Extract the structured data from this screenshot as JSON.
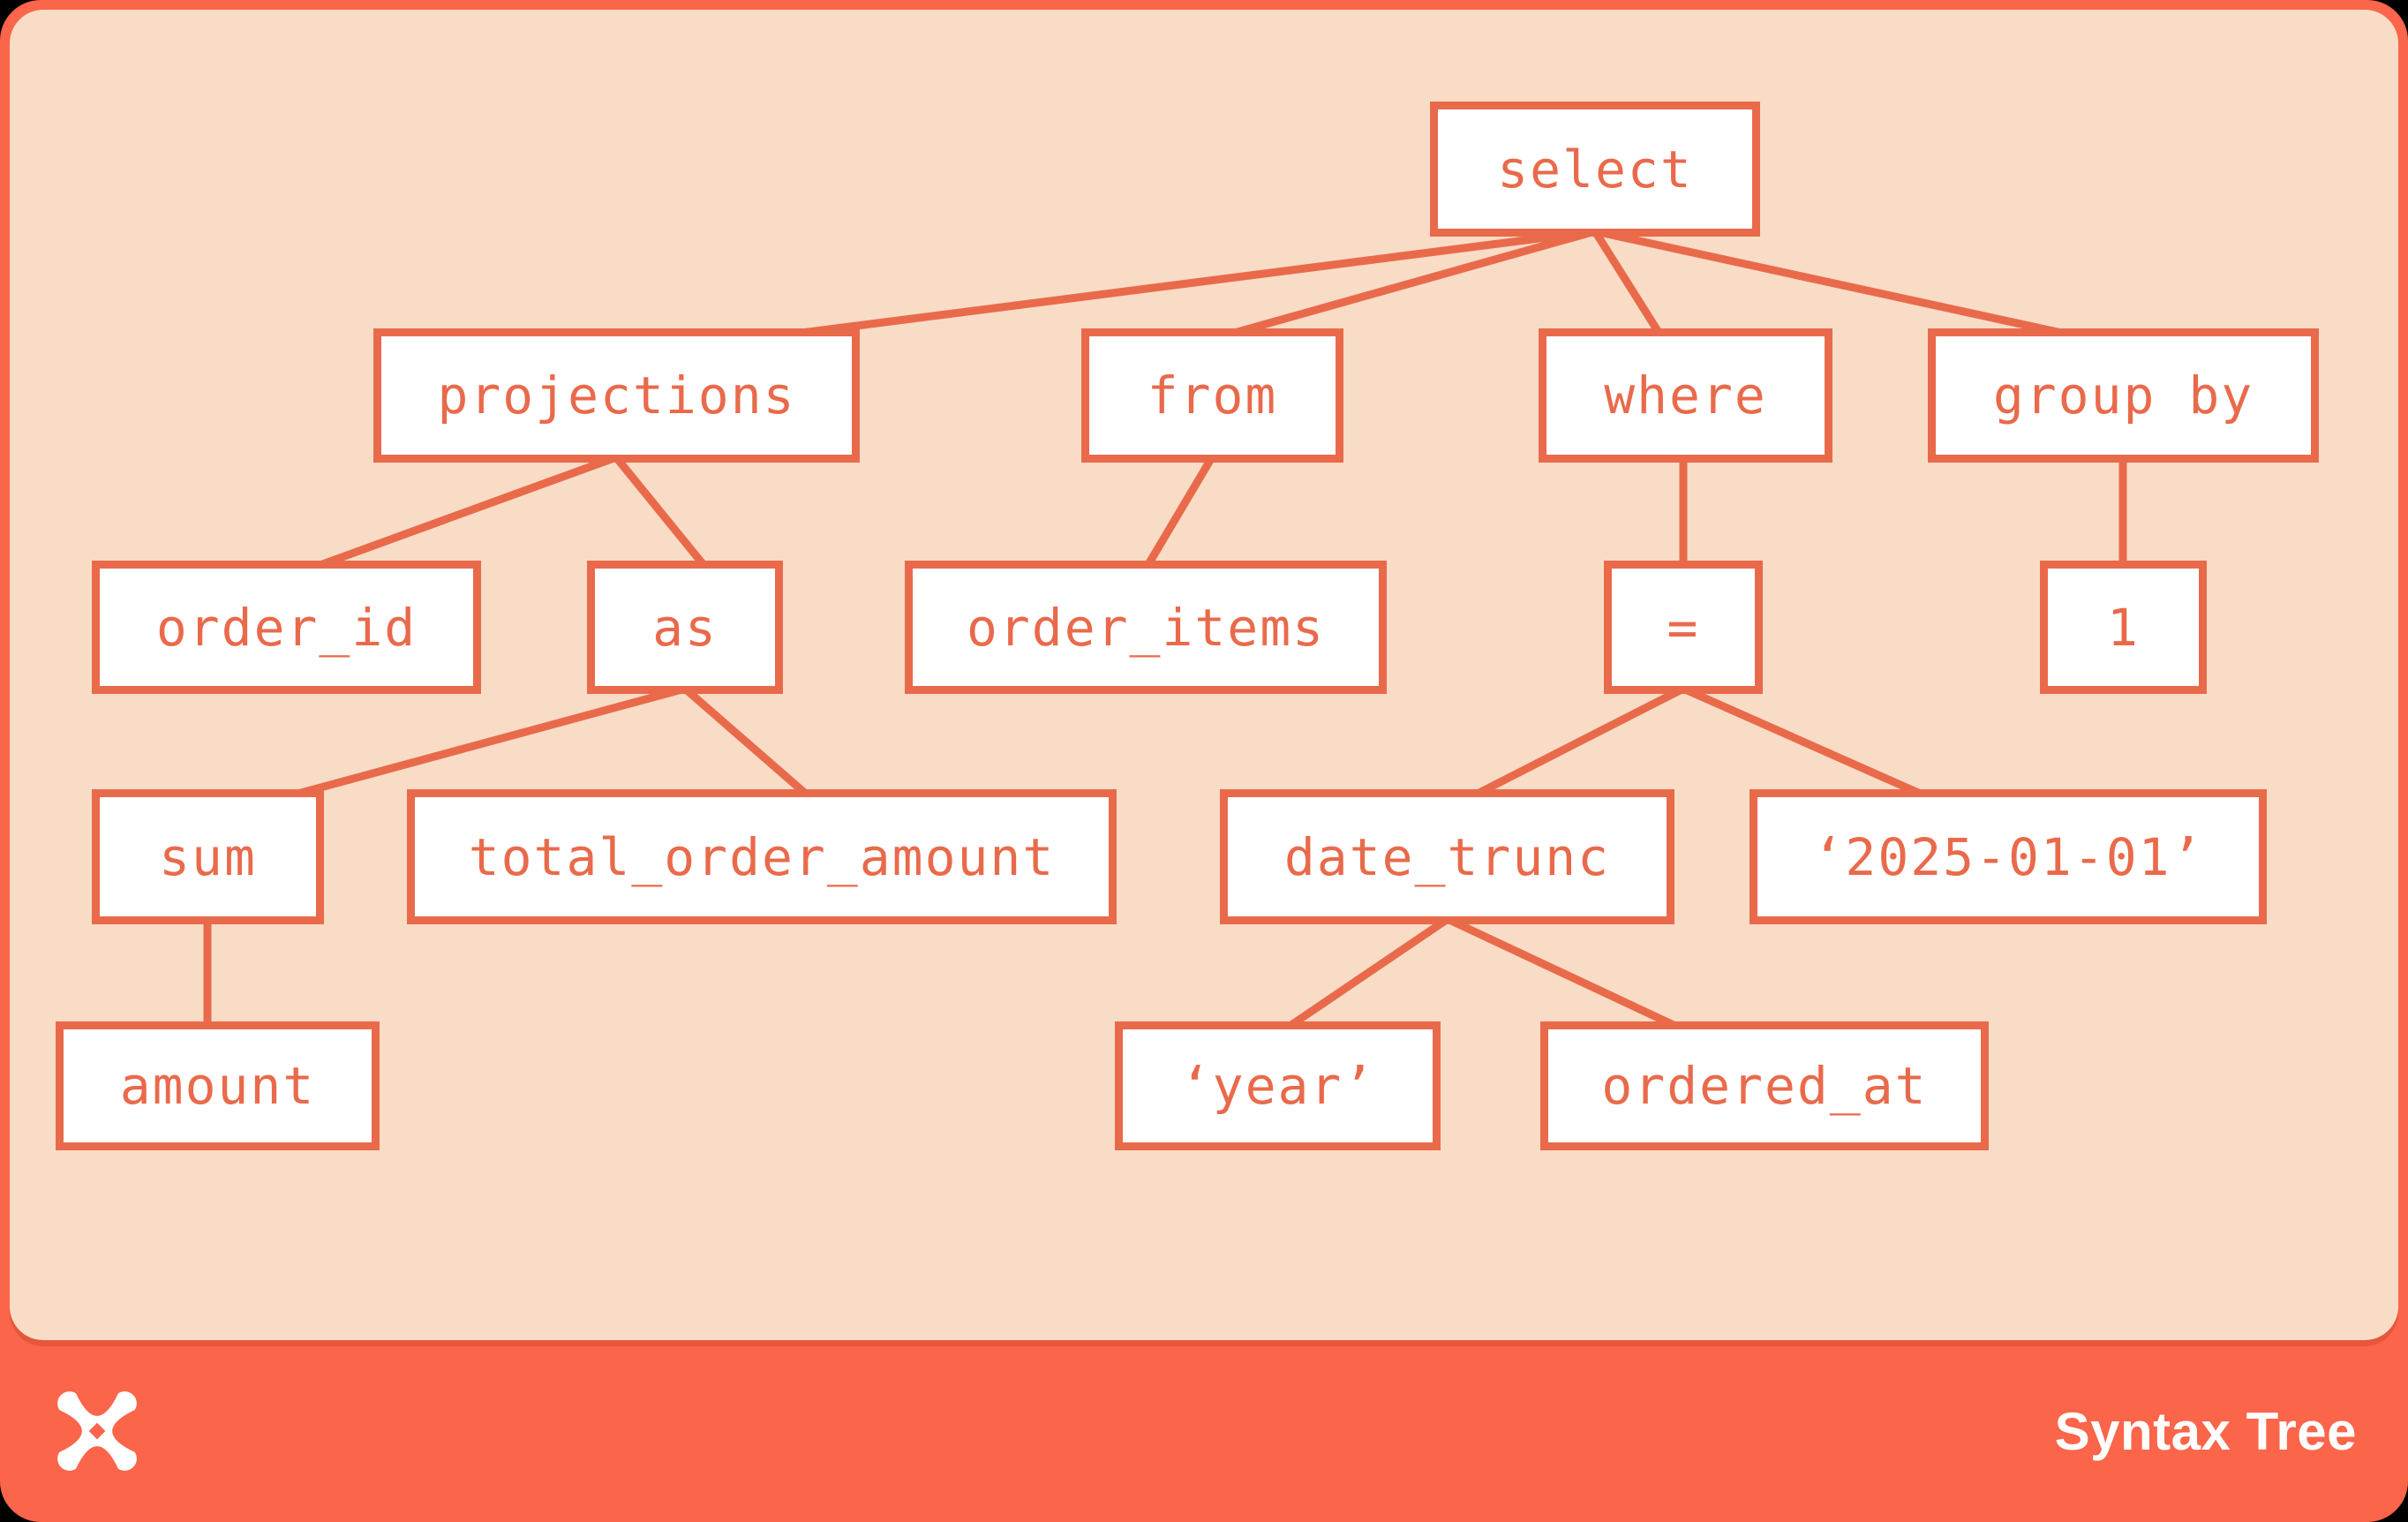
{
  "footer": {
    "title": "Syntax Tree",
    "logo": "dbt-pinwheel-logo"
  },
  "colors": {
    "card_coral": "#fb654a",
    "panel_peach": "#f8dcc6",
    "stroke_coral": "#e96a4b",
    "node_fill": "#ffffff",
    "footer_text": "#ffffff",
    "page_background": "#000000"
  },
  "nodes": {
    "select": {
      "label": "select"
    },
    "projections": {
      "label": "projections"
    },
    "from": {
      "label": "from"
    },
    "group_by": {
      "label": "group by"
    },
    "where": {
      "label": "where"
    },
    "order_id": {
      "label": "order_id"
    },
    "as": {
      "label": "as"
    },
    "order_items": {
      "label": "order_items"
    },
    "eq": {
      "label": "="
    },
    "one": {
      "label": "1"
    },
    "sum": {
      "label": "sum"
    },
    "total_order_amount": {
      "label": "total_order_amount"
    },
    "date_trunc": {
      "label": "date_trunc"
    },
    "date_literal": {
      "label": "‘2025-01-01’"
    },
    "amount": {
      "label": "amount"
    },
    "year_literal": {
      "label": "‘year’"
    },
    "ordered_at": {
      "label": "ordered_at"
    }
  },
  "edges": [
    [
      "select",
      "projections"
    ],
    [
      "select",
      "from"
    ],
    [
      "select",
      "where"
    ],
    [
      "select",
      "group_by"
    ],
    [
      "projections",
      "order_id"
    ],
    [
      "projections",
      "as"
    ],
    [
      "from",
      "order_items"
    ],
    [
      "where",
      "eq"
    ],
    [
      "group_by",
      "one"
    ],
    [
      "as",
      "sum"
    ],
    [
      "as",
      "total_order_amount"
    ],
    [
      "sum",
      "amount"
    ],
    [
      "eq",
      "date_trunc"
    ],
    [
      "eq",
      "date_literal"
    ],
    [
      "date_trunc",
      "year_literal"
    ],
    [
      "date_trunc",
      "ordered_at"
    ]
  ]
}
